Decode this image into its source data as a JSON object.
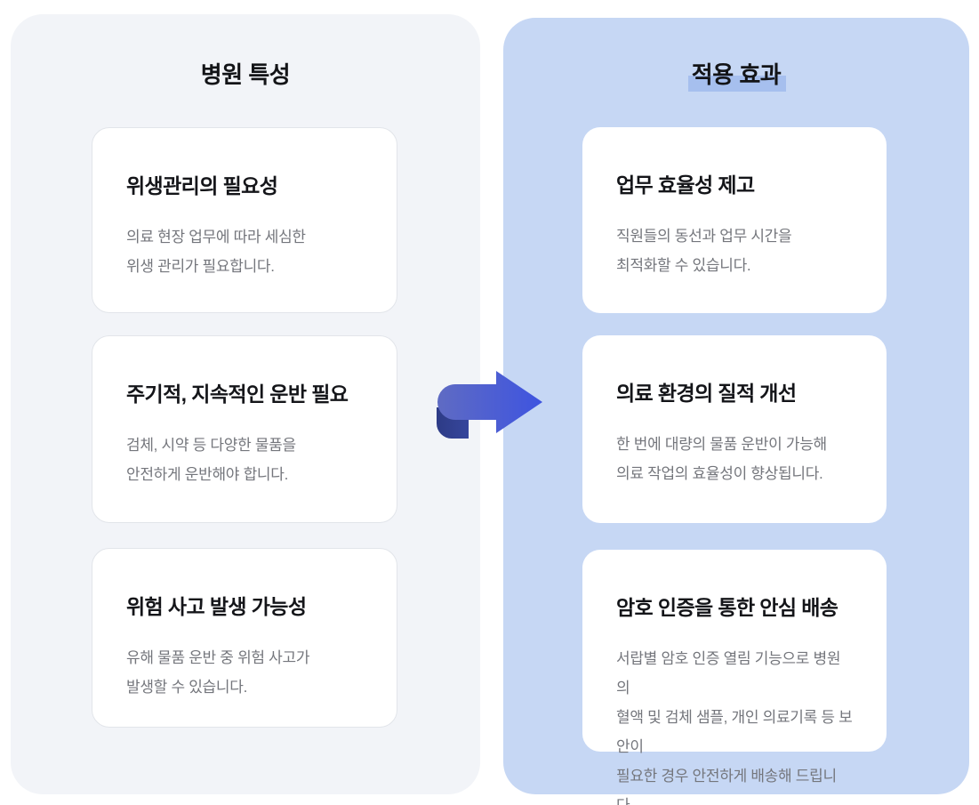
{
  "left_panel": {
    "title": "병원 특성",
    "cards": [
      {
        "title": "위생관리의 필요성",
        "body": "의료 현장 업무에 따라 세심한\n위생 관리가 필요합니다."
      },
      {
        "title": "주기적, 지속적인 운반 필요",
        "body": "검체, 시약 등 다양한 물품을\n안전하게 운반해야 합니다."
      },
      {
        "title": "위험 사고 발생 가능성",
        "body": "유해 물품 운반 중 위험 사고가\n발생할 수 있습니다."
      }
    ]
  },
  "right_panel": {
    "title": "적용 효과",
    "cards": [
      {
        "title": "업무 효율성 제고",
        "body": "직원들의 동선과 업무 시간을\n최적화할 수 있습니다."
      },
      {
        "title": "의료 환경의 질적 개선",
        "body": "한 번에 대량의 물품 운반이 가능해\n의료 작업의 효율성이 향상됩니다."
      },
      {
        "title": "암호 인증을 통한 안심 배송",
        "body": "서랍별 암호 인증 열림 기능으로 병원의\n혈액 및 검체 샘플, 개인 의료기록 등 보안이\n필요한 경우 안전하게 배송해 드립니다."
      }
    ]
  },
  "icons": {
    "arrow": "ribbon-arrow-right-icon"
  },
  "colors": {
    "page_background": "#ffffff",
    "left_panel_background": "#f2f4f8",
    "right_panel_background": "#c6d7f4",
    "card_background": "#ffffff",
    "card_border": "#e2e5ea",
    "title_text": "#131417",
    "body_text": "#74767c",
    "title_highlight": "#a6bfee",
    "arrow_gradient_start": "#5f6bc3",
    "arrow_gradient_end": "#3e54e0",
    "arrow_fold": "#2d3b86"
  }
}
